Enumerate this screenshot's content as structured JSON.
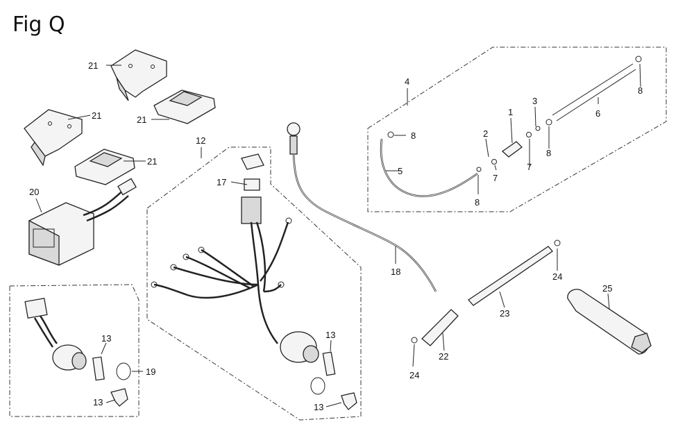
{
  "figure": {
    "title": "Fig Q"
  },
  "callouts": {
    "c1": "1",
    "c2": "2",
    "c3": "3",
    "c4": "4",
    "c5": "5",
    "c6": "6",
    "c7a": "7",
    "c7b": "7",
    "c8a": "8",
    "c8b": "8",
    "c8c": "8",
    "c8d": "8",
    "c12": "12",
    "c13a": "13",
    "c13b": "13",
    "c13c": "13",
    "c13d": "13",
    "c17": "17",
    "c18": "18",
    "c19": "19",
    "c20": "20",
    "c21a": "21",
    "c21b": "21",
    "c21c": "21",
    "c21d": "21",
    "c22": "22",
    "c23": "23",
    "c24a": "24",
    "c24b": "24",
    "c25": "25"
  }
}
